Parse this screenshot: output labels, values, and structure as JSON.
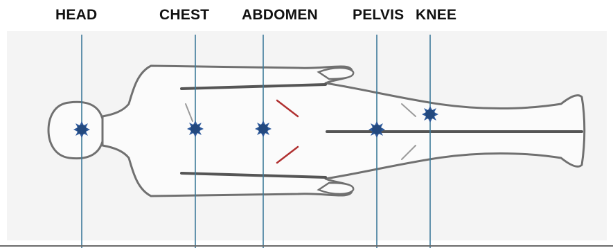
{
  "labels": {
    "head": "HEAD",
    "chest": "CHEST",
    "abdomen": "ABDOMEN",
    "pelvis": "PELVIS",
    "knee": "KNEE"
  },
  "colors": {
    "body_outline": "#6e6e6e",
    "body_fill": "#fafafa",
    "background_panel": "#f3f3f3",
    "limb_lines": "#555555",
    "marker": "#2e5a9c",
    "marker_dark": "#23497f",
    "guide_line": "#3d7a99",
    "accent_strokes": "#b03030",
    "label_text": "#111111"
  },
  "markers": [
    {
      "name": "head-marker-icon"
    },
    {
      "name": "chest-marker-icon"
    },
    {
      "name": "abdomen-marker-icon"
    },
    {
      "name": "pelvis-marker-icon"
    },
    {
      "name": "knee-marker-icon"
    }
  ]
}
